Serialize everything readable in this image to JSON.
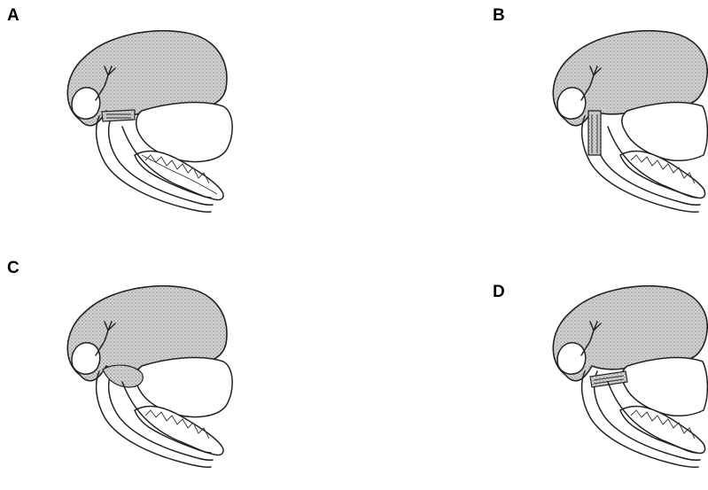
{
  "panels": [
    {
      "id": "A",
      "label": "A",
      "variant": "a"
    },
    {
      "id": "B",
      "label": "B",
      "variant": "b"
    },
    {
      "id": "C",
      "label": "C",
      "variant": "c"
    },
    {
      "id": "D",
      "label": "D",
      "variant": "d"
    }
  ],
  "colors": {
    "ink": "#222222",
    "stipple": "#9a9a9a",
    "background": "#ffffff"
  }
}
